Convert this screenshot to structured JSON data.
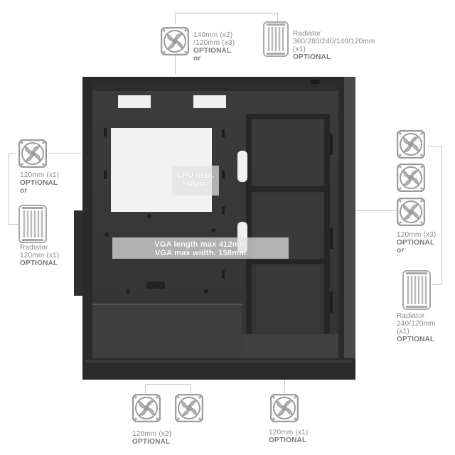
{
  "labels": {
    "top_fan": {
      "lines": [
        "140mm (x2)",
        "/120mm (x3)"
      ],
      "bold": [
        "OPTIONAL",
        "or"
      ]
    },
    "top_radiator": {
      "lines": [
        "Radiator",
        "360/280/240/140/120mm",
        "(x1)"
      ],
      "bold": [
        "OPTIONAL"
      ]
    },
    "rear_fan": {
      "lines": [
        "120mm (x1)"
      ],
      "bold": [
        "OPTIONAL",
        "or"
      ]
    },
    "rear_radiator": {
      "lines": [
        "Radiator",
        "120mm (x1)"
      ],
      "bold": [
        "OPTIONAL"
      ]
    },
    "front_fan": {
      "lines": [
        "120mm (x3)"
      ],
      "bold": [
        "OPTIONAL",
        "or"
      ]
    },
    "front_radiator": {
      "lines": [
        "Radiator",
        "240/120mm",
        "(x1)"
      ],
      "bold": [
        "OPTIONAL"
      ]
    },
    "bottom_left_fan": {
      "lines": [
        "120mm (x2)"
      ],
      "bold": [
        "OPTIONAL"
      ]
    },
    "bottom_right_fan": {
      "lines": [
        "120mm (x1)"
      ],
      "bold": [
        "OPTIONAL"
      ]
    }
  },
  "overlays": {
    "cpu": [
      "CPU max.",
      "168mm"
    ],
    "vga": [
      "VGA length max 412mm",
      "VGA max width. 158mm"
    ]
  },
  "colors": {
    "case_body": "#3a3a3a",
    "case_dark": "#262626",
    "fan_frame": "#9c9c9c",
    "label_text": "#8a8a8a",
    "connector": "#c4c4c4"
  }
}
